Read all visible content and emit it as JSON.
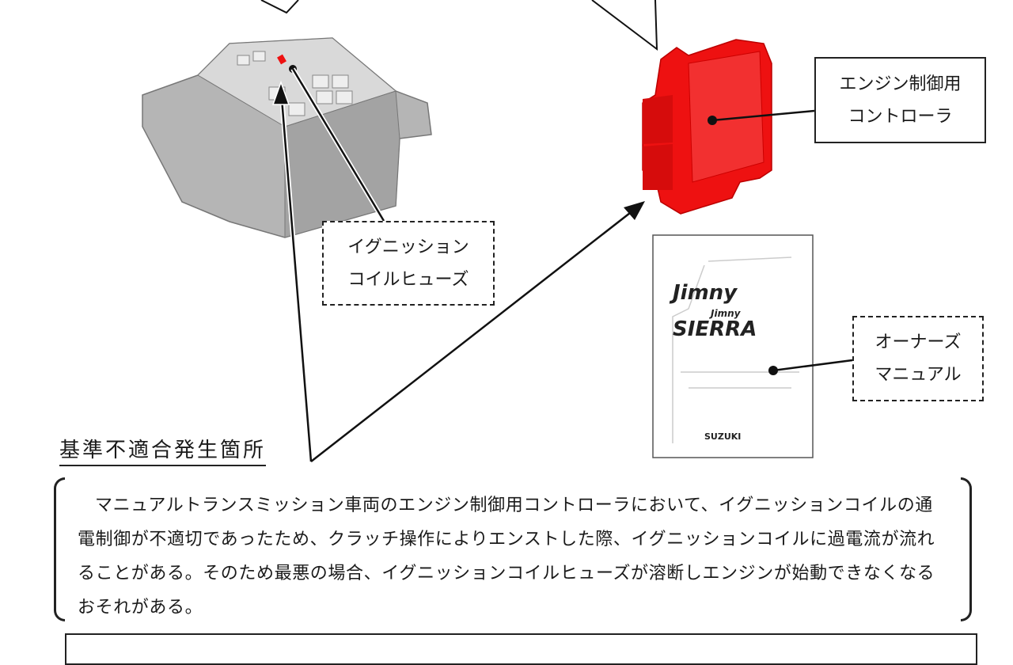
{
  "labels": {
    "ecu": [
      "エンジン制御用",
      "コントローラ"
    ],
    "fuse": [
      "イグニッション",
      "コイルヒューズ"
    ],
    "manual": [
      "オーナーズ",
      "マニュアル"
    ]
  },
  "manual_cover": {
    "title": "Jimny",
    "subtitle_small": "Jimny",
    "subtitle": "SIERRA",
    "brand": "SUZUKI"
  },
  "heading": "基準不適合発生箇所",
  "description": "マニュアルトランスミッション車両のエンジン制御用コントローラにおいて、イグニッションコイルの通電制御が不適切であったため、クラッチ操作によりエンストした際、イグニッションコイルに過電流が流れることがある。そのため最悪の場合、イグニッションコイルヒューズが溶断しエンジンが始動できなくなるおそれがある。",
  "colors": {
    "ecu": "#ee1111",
    "fusebox": "#9a9a9a",
    "ink": "#1a1a1a"
  }
}
